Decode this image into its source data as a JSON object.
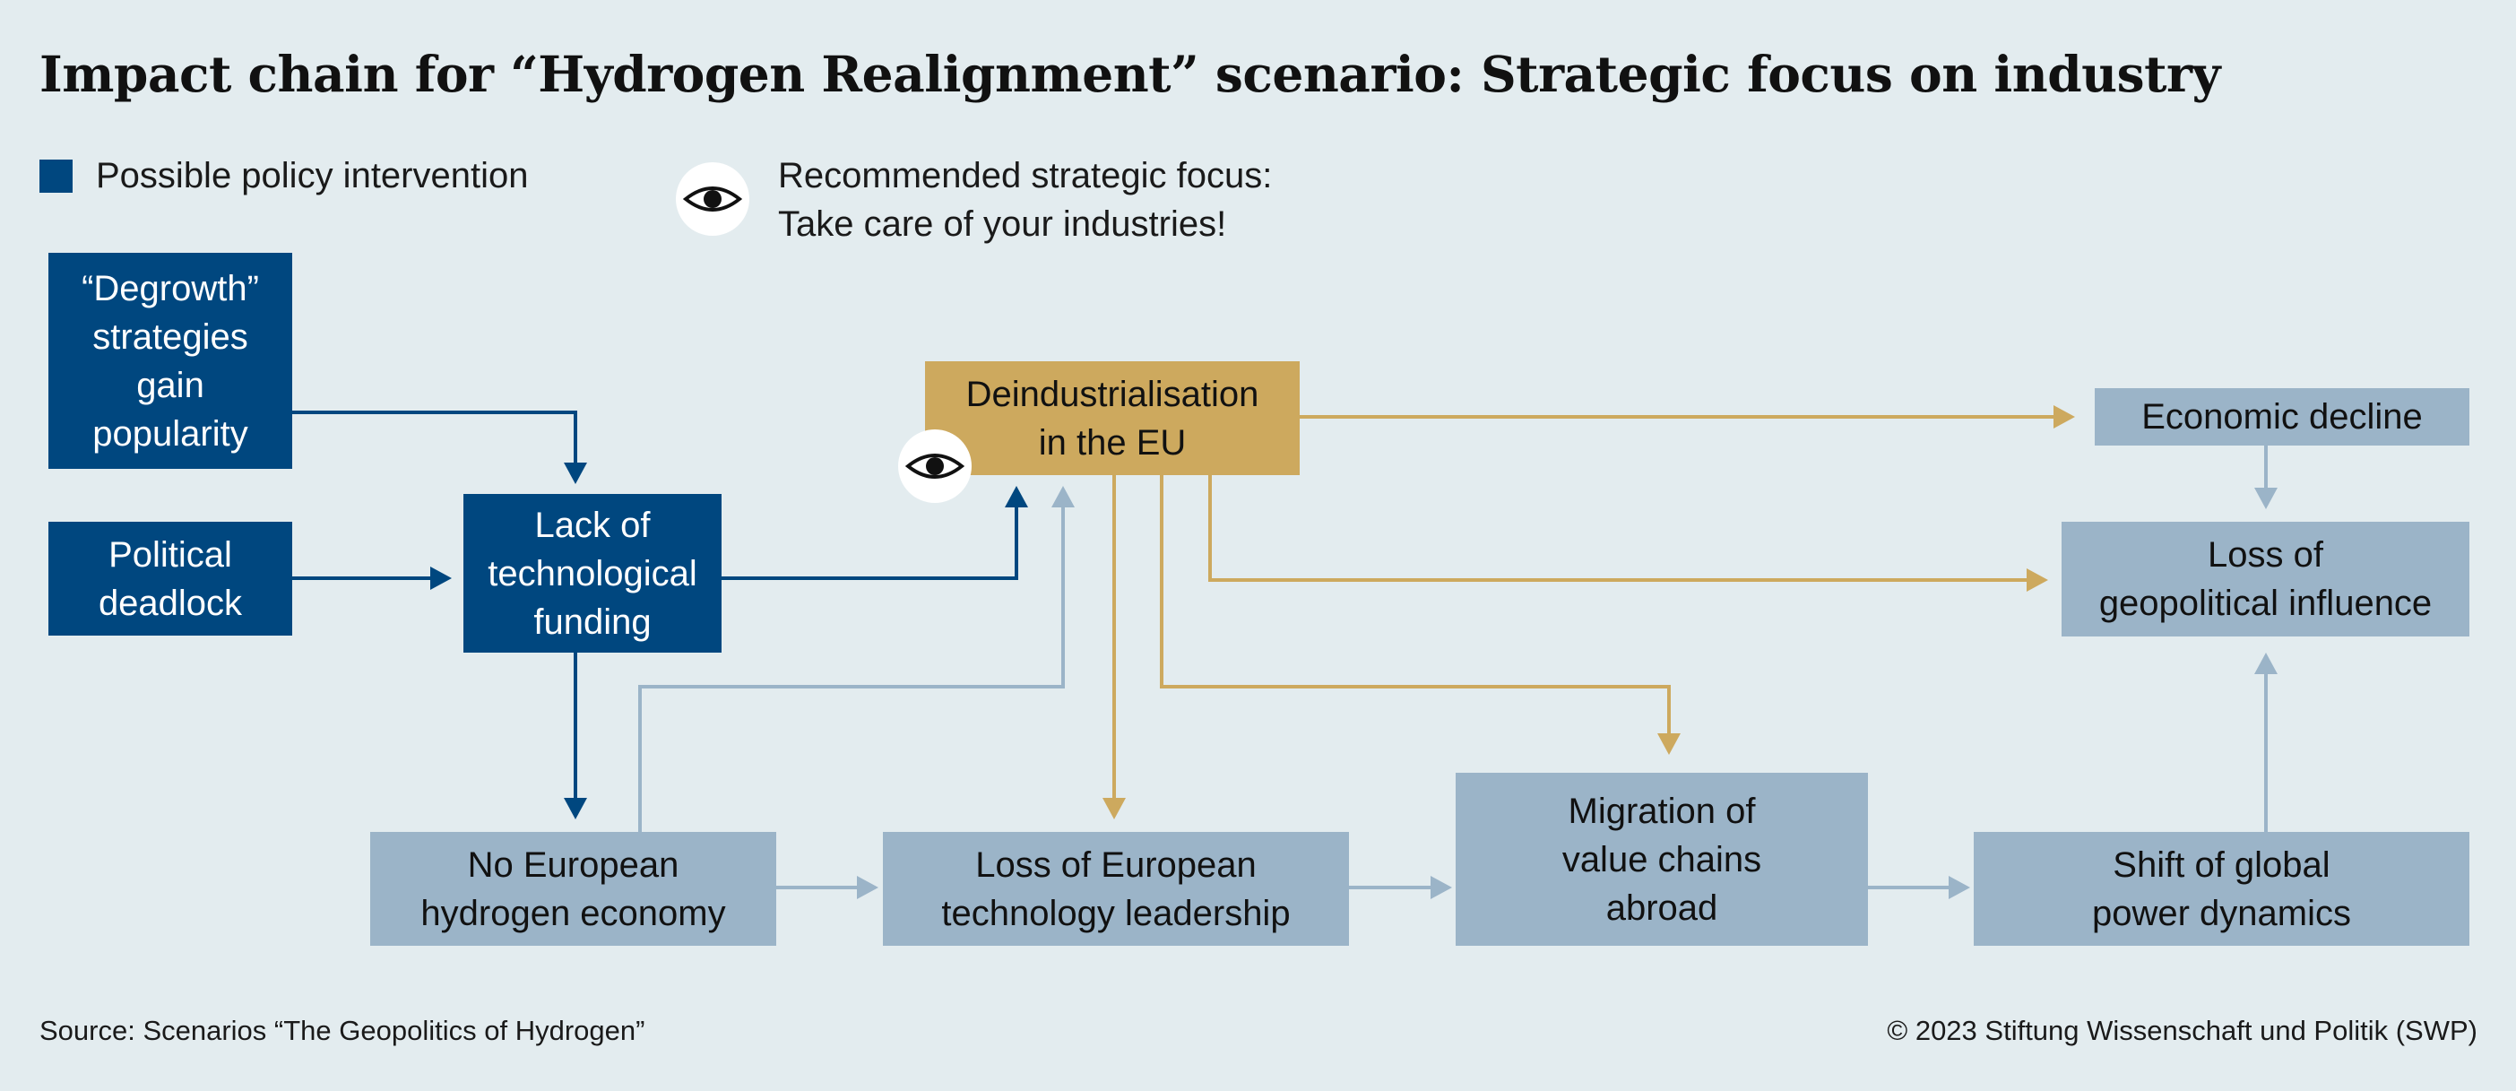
{
  "title": "Impact chain for “Hydrogen Realignment” scenario: Strategic focus on industry",
  "legend": {
    "policy": "Possible policy intervention",
    "focus_line1": "Recommended strategic focus:",
    "focus_line2": "Take care of your industries!"
  },
  "nodes": {
    "degrowth": "“Degrowth”\nstrategies\ngain\npopularity",
    "deadlock": "Political\ndeadlock",
    "funding": "Lack of\ntechnological\nfunding",
    "deindustrialisation": "Deindustrialisation\nin the EU",
    "economic_decline": "Economic decline",
    "geopolitical": "Loss of\ngeopolitical influence",
    "no_hydrogen": "No European\nhydrogen economy",
    "tech_leadership": "Loss of European\ntechnology leadership",
    "migration": "Migration of\nvalue chains\nabroad",
    "power_shift": "Shift of global\npower dynamics"
  },
  "footer": {
    "source": "Source: Scenarios “The Geopolitics of Hydrogen”",
    "copyright": "© 2023 Stiftung Wissenschaft und Politik (SWP)"
  },
  "colors": {
    "policy": "#00477f",
    "consequence": "#9bb4c8",
    "focus": "#cda95e",
    "background": "#e3ecef"
  },
  "icons": {
    "focus": "eye-icon"
  }
}
